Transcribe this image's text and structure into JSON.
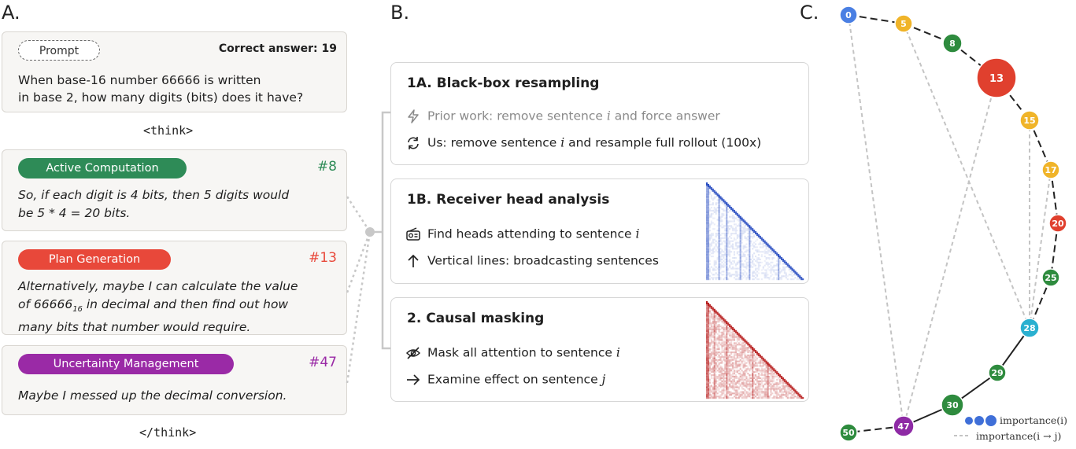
{
  "panels": {
    "a": "A.",
    "b": "B.",
    "c": "C."
  },
  "prompt_card": {
    "label": "Prompt",
    "correct_answer": "Correct answer: 19",
    "text_line1": "When base-16 number 66666 is written",
    "text_line2": "in base 2, how many digits (bits) does it have?"
  },
  "think_open": "<think>",
  "think_close": "</think>",
  "steps": [
    {
      "tag": "Active Computation",
      "color": "#2e8b57",
      "num": "#8",
      "lines": [
        "So, if each digit is 4 bits, then 5 digits would",
        "be 5 * 4 = 20 bits."
      ]
    },
    {
      "tag": "Plan Generation",
      "color": "#e8483a",
      "num": "#13",
      "lines": [
        "Alternatively, maybe I can calculate the value",
        "of 66666",
        "16",
        " in decimal and then find out how",
        "many bits that number would require."
      ]
    },
    {
      "tag": "Uncertainty Management",
      "color": "#9a2aa6",
      "num": "#47",
      "lines": [
        "Maybe I messed up the decimal conversion."
      ]
    }
  ],
  "methods": {
    "m1": {
      "title": "1A.  Black-box resampling",
      "prior_a": "Prior work: remove sentence ",
      "prior_var": "i",
      "prior_b": " and force answer",
      "us_a": "Us: remove sentence ",
      "us_var": "i",
      "us_b": " and resample full rollout (100x)",
      "icon_prior": "lightning-icon",
      "icon_us": "resample-cycle-icon"
    },
    "m2": {
      "title": "1B. Receiver head analysis",
      "line1_a": "Find heads attending to sentence ",
      "line1_var": "i",
      "line2": "Vertical lines: broadcasting sentences",
      "icon1": "radio-icon",
      "icon2": "arrow-up-icon"
    },
    "m3": {
      "title": "2.  Causal masking",
      "line1_a": "Mask all attention to sentence ",
      "line1_var": "i",
      "line2_a": "Examine effect on sentence ",
      "line2_var": "j",
      "icon1": "eye-off-icon",
      "icon2": "arrow-right-icon"
    }
  },
  "graph": {
    "nodes": [
      {
        "label": "0",
        "color": "#4a7fe3"
      },
      {
        "label": "5",
        "color": "#f0b429"
      },
      {
        "label": "8",
        "color": "#2e8b3e"
      },
      {
        "label": "13",
        "color": "#e0402e"
      },
      {
        "label": "15",
        "color": "#f0b429"
      },
      {
        "label": "17",
        "color": "#f0b429"
      },
      {
        "label": "20",
        "color": "#e0402e"
      },
      {
        "label": "25",
        "color": "#2e8b3e"
      },
      {
        "label": "28",
        "color": "#2ab0d0"
      },
      {
        "label": "29",
        "color": "#2e8b3e"
      },
      {
        "label": "30",
        "color": "#2e8b3e"
      },
      {
        "label": "47",
        "color": "#8e2aa5"
      },
      {
        "label": "50",
        "color": "#2e8b3e"
      }
    ],
    "legend_importance": "importance(i)",
    "legend_pair": "importance(i → j)"
  },
  "colors": {
    "accent_blue": "#3f6fd8",
    "heat_blue": "#2b4fc2",
    "heat_red": "#b81f1f"
  }
}
